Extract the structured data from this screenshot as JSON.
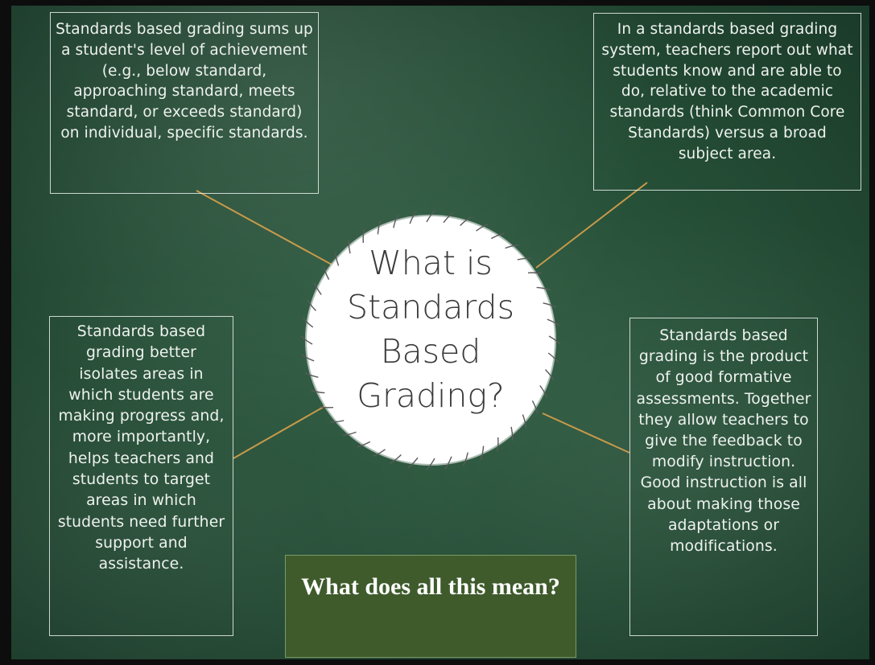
{
  "center": {
    "title_lines": [
      "What is",
      "Standards",
      "Based",
      "Grading?"
    ]
  },
  "notes": {
    "top_left": "Standards based grading sums up a student's level of achievement (e.g., below standard, approaching standard, meets standard, or exceeds standard) on individual, specific standards.",
    "top_right": "In a standards based grading system, teachers report out what students know and are able to do, relative to the academic standards (think Common Core Standards) versus a broad subject area.",
    "bottom_left": "Standards based grading better isolates areas in which students are making progress and, more importantly, helps teachers and students to target areas in which students need further support and assistance.",
    "bottom_right": "Standards based grading is the product of good formative assessments. Together they allow teachers to give the feedback to modify instruction. Good instruction is all about making those adaptations or modifications."
  },
  "callout": {
    "text": "What does all this mean?"
  },
  "colors": {
    "chalkboard": "#2a5239",
    "chalk": "#eef2ee",
    "connector": "#c79a4a",
    "callout_bg": "#3f5b2c",
    "circle": "#ffffff"
  }
}
